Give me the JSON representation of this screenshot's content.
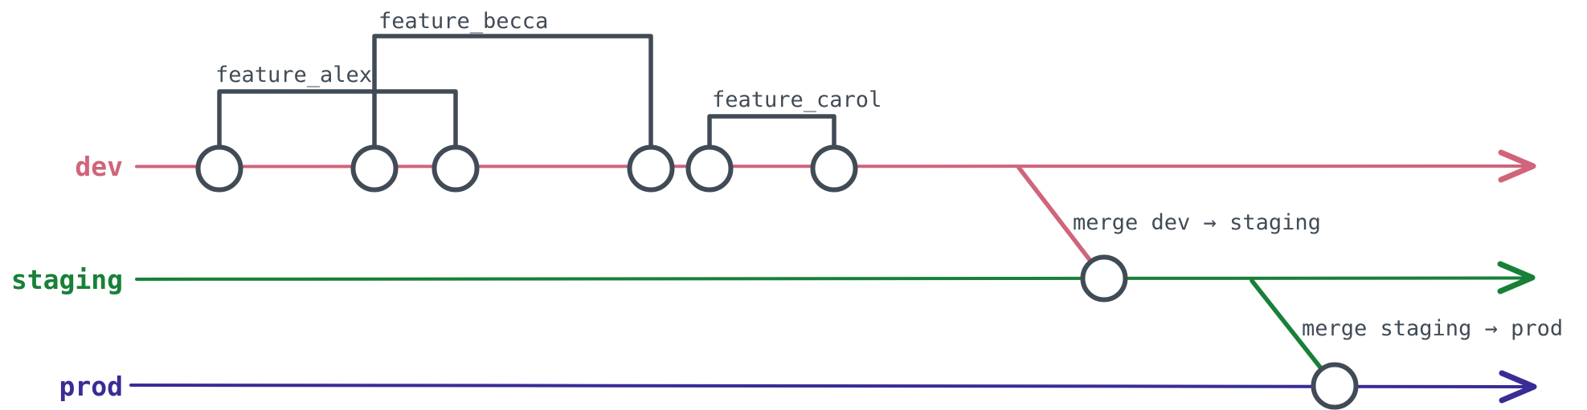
{
  "diagram": {
    "type": "git-branch-flow",
    "background": "#ffffff",
    "ink": "#414b56",
    "branches": [
      {
        "name": "dev",
        "color": "#d0647b",
        "commit_count": 6
      },
      {
        "name": "staging",
        "color": "#188038",
        "commit_count": 1
      },
      {
        "name": "prod",
        "color": "#382c96",
        "commit_count": 1
      }
    ],
    "features": [
      {
        "label": "feature_alex",
        "branch": "dev",
        "covers_commits": [
          1,
          2,
          3
        ]
      },
      {
        "label": "feature_becca",
        "branch": "dev",
        "covers_commits": [
          2,
          3,
          4
        ]
      },
      {
        "label": "feature_carol",
        "branch": "dev",
        "covers_commits": [
          5,
          6
        ]
      }
    ],
    "merges": [
      {
        "label": "merge dev → staging",
        "from": "dev",
        "to": "staging"
      },
      {
        "label": "merge staging → prod",
        "from": "staging",
        "to": "prod"
      }
    ]
  }
}
